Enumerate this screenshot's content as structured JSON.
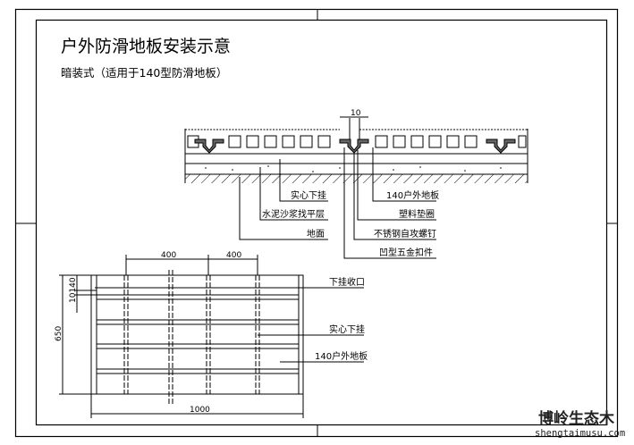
{
  "title": "户外防滑地板安装示意",
  "subtitle": "暗装式（适用于140型防滑地板）",
  "section": {
    "gap_dimension": "10",
    "labels": {
      "solid_joist": "实心下挂",
      "mortar_layer": "水泥沙浆找平层",
      "ground": "地面",
      "decking": "140户外地板",
      "plastic_washer": "塑料垫圈",
      "screw": "不锈钢自攻螺钉",
      "clip": "凹型五金扣件"
    }
  },
  "plan": {
    "dim_spacing_1": "400",
    "dim_spacing_2": "400",
    "dim_board": "140",
    "dim_gap": "10",
    "dim_height": "650",
    "dim_width": "1000",
    "labels": {
      "edge_trim": "下挂收口",
      "solid_joist": "实心下挂",
      "decking": "140户外地板"
    }
  },
  "watermark": {
    "brand": "博岭生态木",
    "url": "shengtaimusu.com"
  }
}
